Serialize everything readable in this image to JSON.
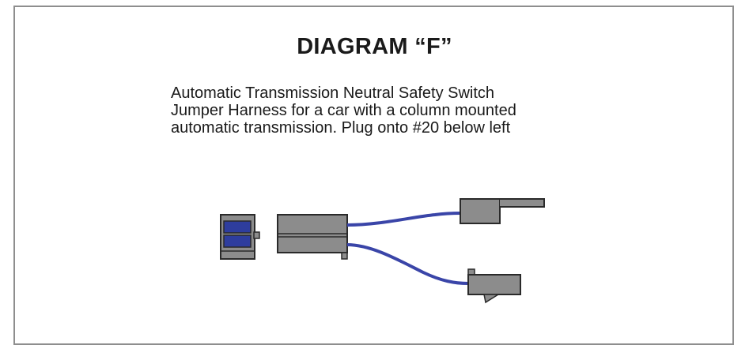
{
  "title": "DIAGRAM “F”",
  "description": {
    "line1": "Automatic Transmission Neutral Safety Switch",
    "line2": "Jumper Harness for a car with a column mounted",
    "line3": "automatic transmission. Plug onto #20 below left"
  },
  "colors": {
    "connector_fill": "#8c8c8c",
    "outline": "#2a2a2a",
    "wire": "#3a45a8",
    "terminal": "#2e3d9e",
    "border": "#8e8e8e"
  }
}
